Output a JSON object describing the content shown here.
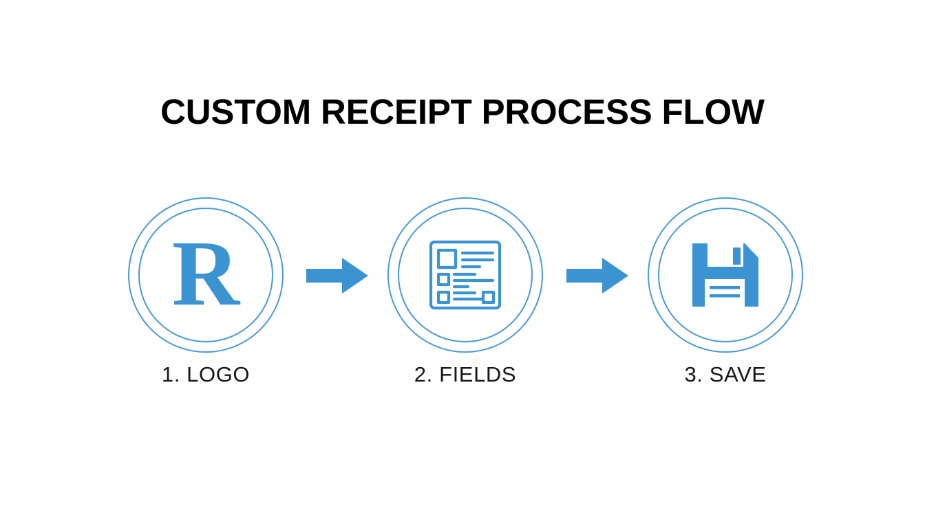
{
  "slide": {
    "title": "CUSTOM RECEIPT PROCESS FLOW",
    "background_color": "#fefefe",
    "title_color": "#000000",
    "accent_color": "#3c93d2",
    "ring_color": "#4a9ad4",
    "label_color": "#161616"
  },
  "steps": [
    {
      "label": "1. LOGO",
      "icon": "letter-r-logo-icon",
      "glyph": "R"
    },
    {
      "label": "2. FIELDS",
      "icon": "form-fields-icon",
      "glyph": ""
    },
    {
      "label": "3. SAVE",
      "icon": "floppy-disk-save-icon",
      "glyph": ""
    }
  ],
  "connectors": [
    {
      "name": "arrow-right-icon",
      "from": "1. LOGO",
      "to": "2. FIELDS"
    },
    {
      "name": "arrow-right-icon",
      "from": "2. FIELDS",
      "to": "3. SAVE"
    }
  ]
}
